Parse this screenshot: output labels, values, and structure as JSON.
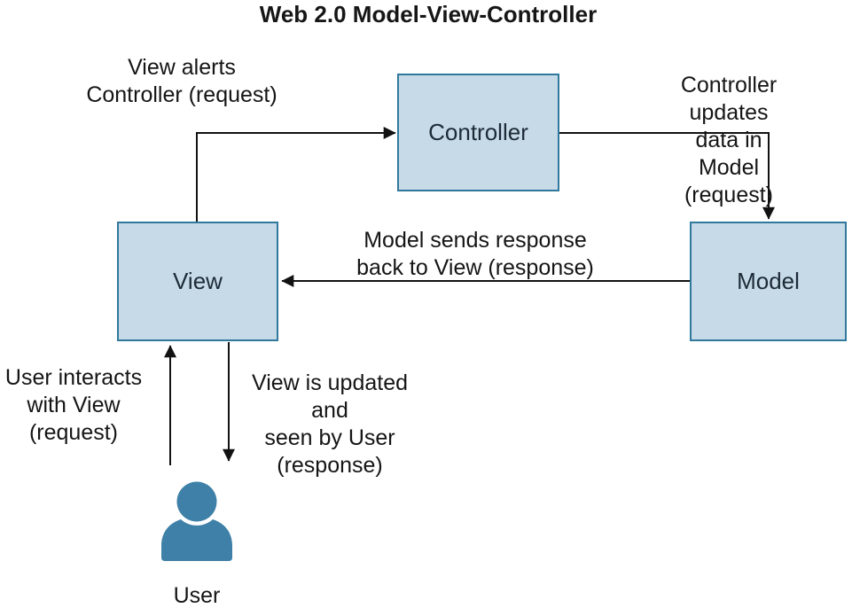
{
  "title": "Web 2.0 Model-View-Controller",
  "nodes": {
    "controller": {
      "label": "Controller"
    },
    "view": {
      "label": "View"
    },
    "model": {
      "label": "Model"
    },
    "user": {
      "label": "User"
    }
  },
  "edges": [
    {
      "from": "view",
      "to": "controller",
      "label": "View alerts\nController (request)"
    },
    {
      "from": "controller",
      "to": "model",
      "label": "Controller updates\ndata in Model (request)"
    },
    {
      "from": "model",
      "to": "view",
      "label": "Model sends response\nback to View (response)"
    },
    {
      "from": "user",
      "to": "view",
      "label": "User interacts\nwith View\n(request)"
    },
    {
      "from": "view",
      "to": "user",
      "label": "View is updated\nand\nseen by User\n(response)"
    }
  ],
  "colors": {
    "box_fill": "#c7dae8",
    "box_border": "#30789c",
    "arrow": "#121212",
    "user_icon": "#3e80a7",
    "text": "#151515",
    "background": "#ffffff"
  }
}
